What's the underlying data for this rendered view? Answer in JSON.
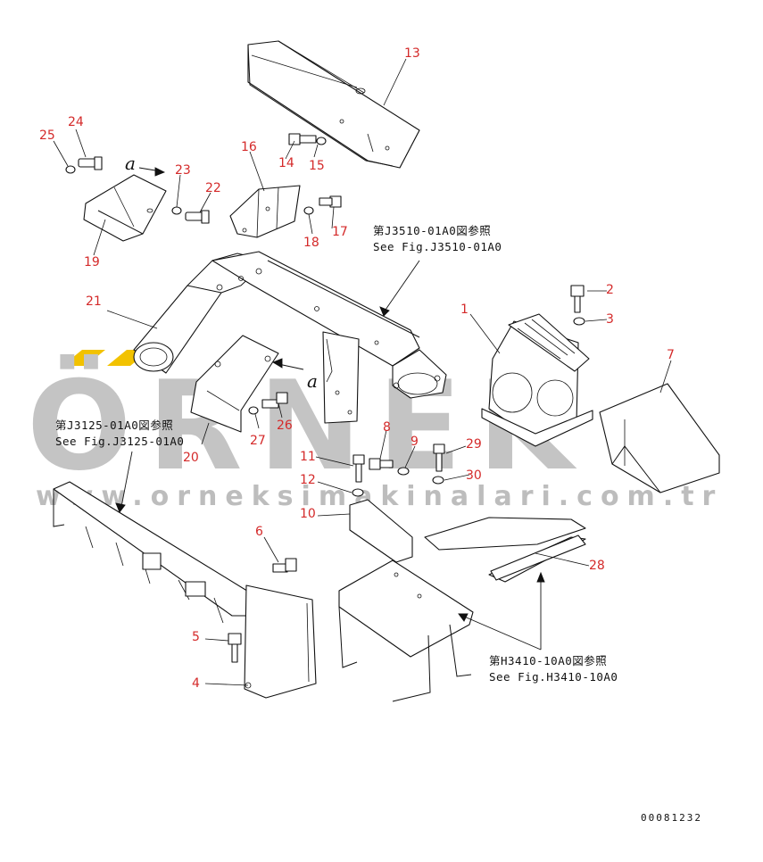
{
  "watermark": {
    "brand": "ÖRNEK",
    "url": "www.orneksimakinalari.com.tr",
    "accent_color": "#f2c200",
    "text_color": "#c4c4c4"
  },
  "callout_color": "#d42a2a",
  "callouts": [
    {
      "id": "13",
      "label": "13"
    },
    {
      "id": "24",
      "label": "24"
    },
    {
      "id": "25",
      "label": "25"
    },
    {
      "id": "23",
      "label": "23"
    },
    {
      "id": "22",
      "label": "22"
    },
    {
      "id": "16",
      "label": "16"
    },
    {
      "id": "14",
      "label": "14"
    },
    {
      "id": "15",
      "label": "15"
    },
    {
      "id": "17",
      "label": "17"
    },
    {
      "id": "18",
      "label": "18"
    },
    {
      "id": "19",
      "label": "19"
    },
    {
      "id": "21",
      "label": "21"
    },
    {
      "id": "2",
      "label": "2"
    },
    {
      "id": "3",
      "label": "3"
    },
    {
      "id": "1",
      "label": "1"
    },
    {
      "id": "7",
      "label": "7"
    },
    {
      "id": "8",
      "label": "8"
    },
    {
      "id": "9",
      "label": "9"
    },
    {
      "id": "29",
      "label": "29"
    },
    {
      "id": "26",
      "label": "26"
    },
    {
      "id": "27",
      "label": "27"
    },
    {
      "id": "20",
      "label": "20"
    },
    {
      "id": "11",
      "label": "11"
    },
    {
      "id": "12",
      "label": "12"
    },
    {
      "id": "30",
      "label": "30"
    },
    {
      "id": "10",
      "label": "10"
    },
    {
      "id": "6",
      "label": "6"
    },
    {
      "id": "28",
      "label": "28"
    },
    {
      "id": "5",
      "label": "5"
    },
    {
      "id": "4",
      "label": "4"
    }
  ],
  "references": [
    {
      "id": "ref-j3510",
      "line1": "第J3510-01A0図参照",
      "line2": "See Fig.J3510-01A0"
    },
    {
      "id": "ref-j3125",
      "line1": "第J3125-01A0図参照",
      "line2": "See Fig.J3125-01A0"
    },
    {
      "id": "ref-h3410",
      "line1": "第H3410-10A0図参照",
      "line2": "See Fig.H3410-10A0"
    }
  ],
  "connection_marks": [
    "a",
    "a"
  ],
  "drawing_code": "00081232"
}
